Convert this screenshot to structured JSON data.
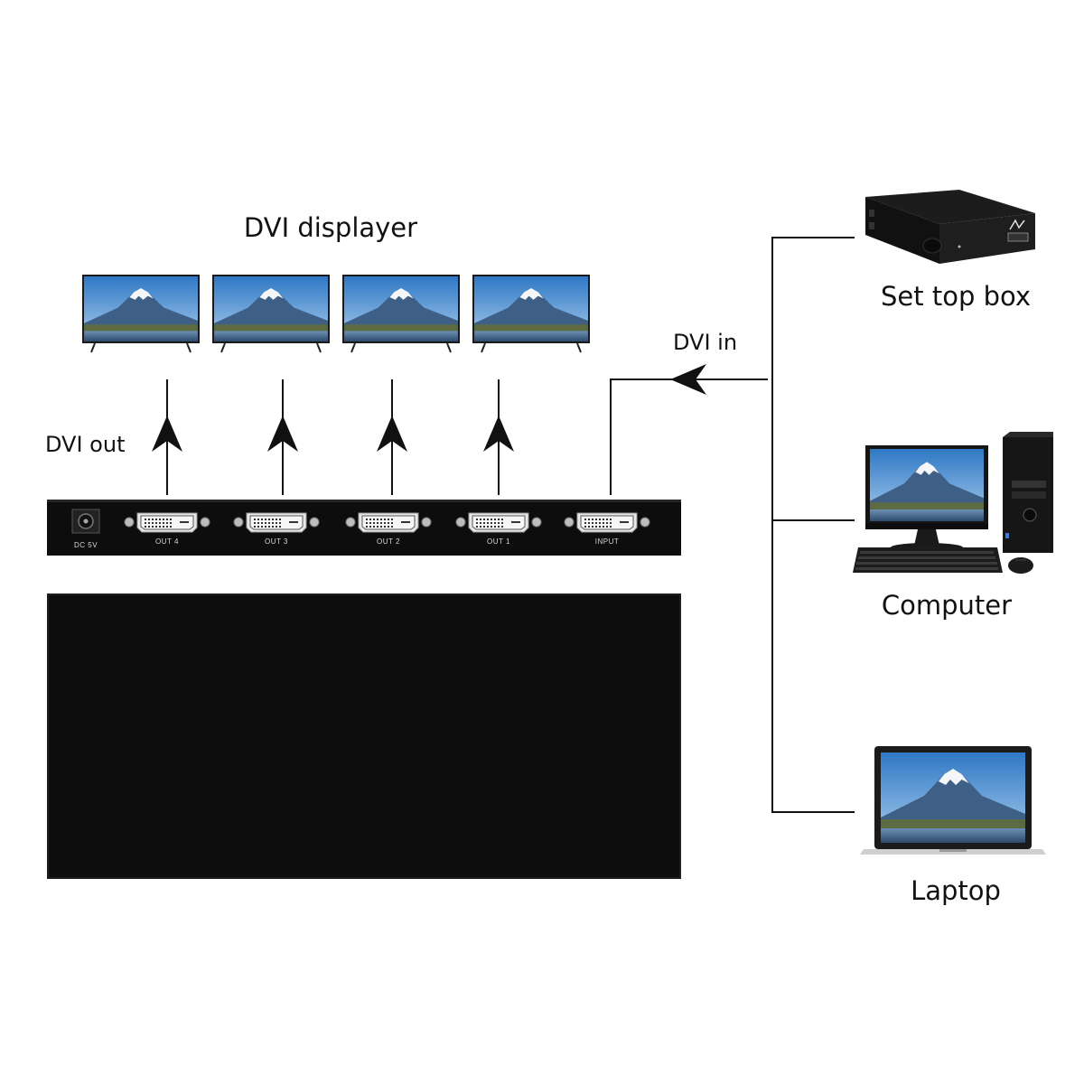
{
  "labels": {
    "displayer": "DVI displayer",
    "dvi_out": "DVI out",
    "dvi_in": "DVI in",
    "set_top_box": "Set top box",
    "computer": "Computer",
    "laptop": "Laptop"
  },
  "ports": {
    "dc": "DC 5V",
    "out4": "OUT 4",
    "out3": "OUT 3",
    "out2": "OUT 2",
    "out1": "OUT 1",
    "input": "INPUT"
  },
  "colors": {
    "device_body": "#0d0d0d",
    "sky": "#4a8fd0",
    "mountain": "#3e5f86",
    "snow": "#f4f6fa"
  },
  "icons": {
    "monitor": "tv-monitor-icon",
    "set_top_box": "set-top-box-icon",
    "computer": "desktop-computer-icon",
    "laptop": "laptop-icon"
  }
}
